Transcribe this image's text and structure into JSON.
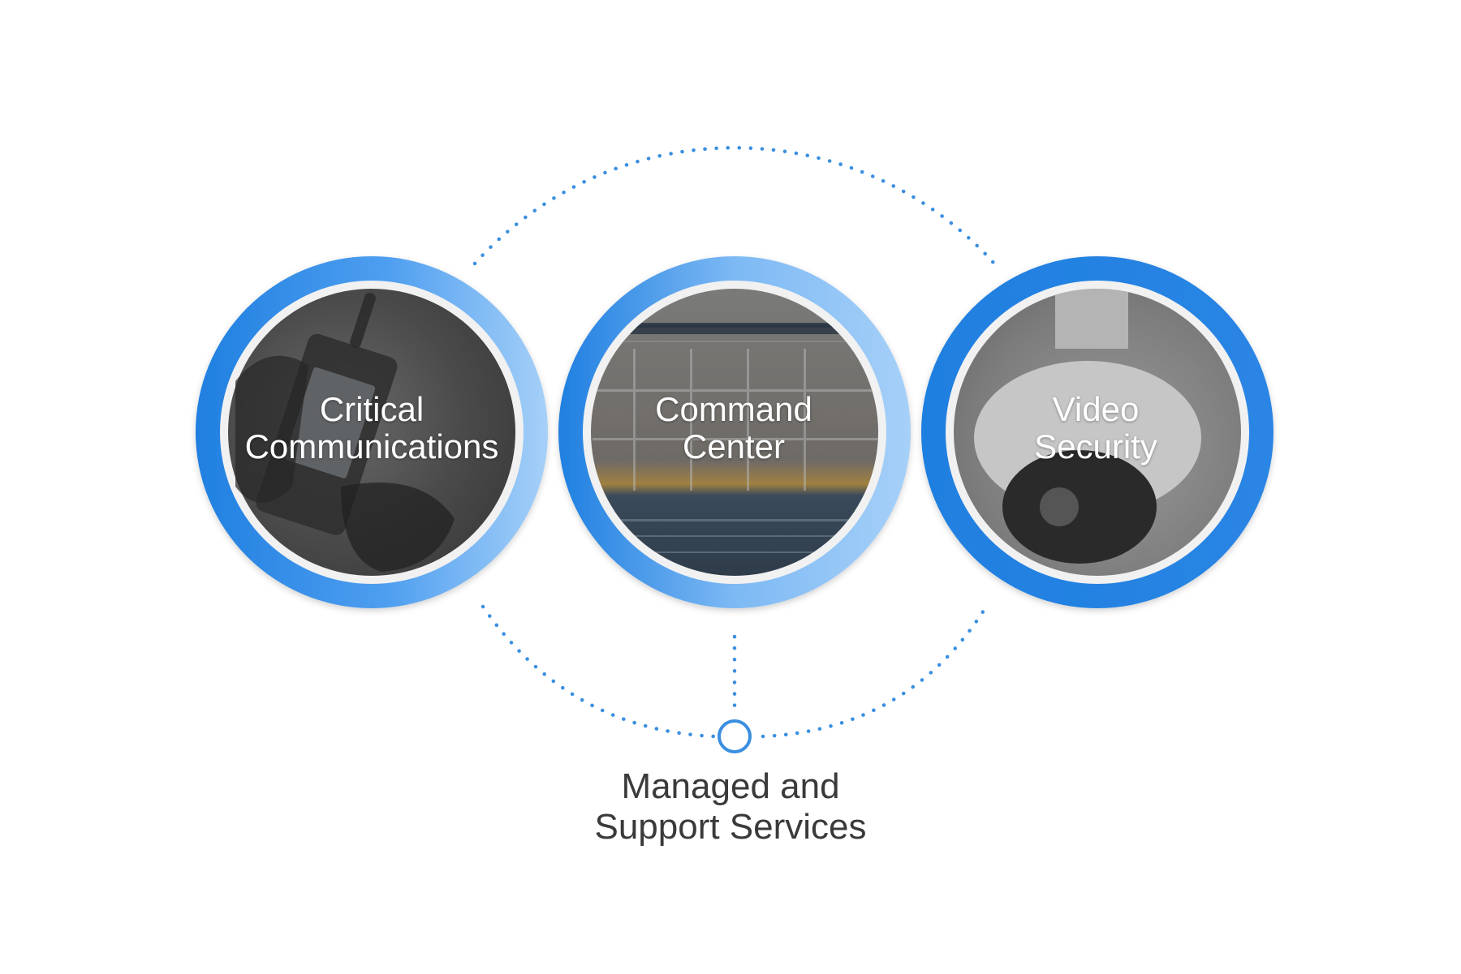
{
  "nodes": [
    {
      "id": "critical",
      "line1": "Critical",
      "line2": "Communications"
    },
    {
      "id": "command",
      "line1": "Command",
      "line2": "Center"
    },
    {
      "id": "video",
      "line1": "Video",
      "line2": "Security"
    }
  ],
  "hub": {
    "line1": "Managed and",
    "line2": "Support Services"
  },
  "colors": {
    "ring_dark": "#1f7fe0",
    "ring_light": "#a6d0f8",
    "dots": "#3b8fe0",
    "photo_overlay": "#5a5a5a",
    "text_dark": "#3a3a3a"
  }
}
